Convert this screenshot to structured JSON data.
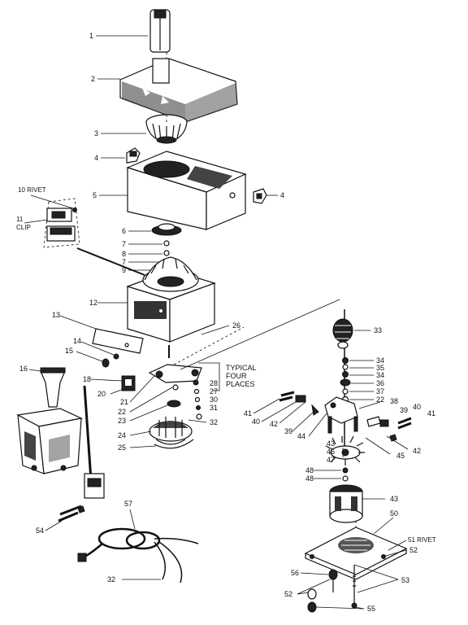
{
  "callouts": {
    "c1": "1",
    "c2": "2",
    "c3": "3",
    "c4a": "4",
    "c4b": "4",
    "c5": "5",
    "c6": "6",
    "c7a": "7",
    "c8": "8",
    "c7b": "7",
    "c9": "9",
    "c10": "10 RIVET",
    "c11": "11",
    "clip": "CLIP",
    "c12": "12",
    "c13": "13",
    "c14": "14",
    "c15": "15",
    "c16": "16",
    "c18": "18",
    "c20": "20",
    "c21": "21",
    "c22": "22",
    "c23": "23",
    "c24": "24",
    "c25": "25",
    "c26": "26",
    "c28": "28",
    "c27": "27",
    "c30": "30",
    "c31": "31",
    "c32": "32",
    "typical1": "TYPICAL",
    "typical2": "FOUR",
    "typical3": "PLACES",
    "c33": "33",
    "c34a": "34",
    "c35": "35",
    "c34b": "34",
    "c36": "36",
    "c37": "37",
    "c22b": "22",
    "c38": "38",
    "c39a": "39",
    "c40a": "40",
    "c41a": "41",
    "c41b": "41",
    "c40b": "40",
    "c42a": "42",
    "c39b": "39",
    "c44": "44",
    "c43a": "43",
    "c46": "46",
    "c47": "47",
    "c45": "45",
    "c42b": "42",
    "c48a": "48",
    "c48b": "48",
    "c43b": "43",
    "c50": "50",
    "c51": "51 RIVET",
    "c52a": "52",
    "c53": "53",
    "c56": "56",
    "c52b": "52",
    "c55": "55",
    "c54": "54",
    "c57": "57",
    "c32b": "32"
  }
}
